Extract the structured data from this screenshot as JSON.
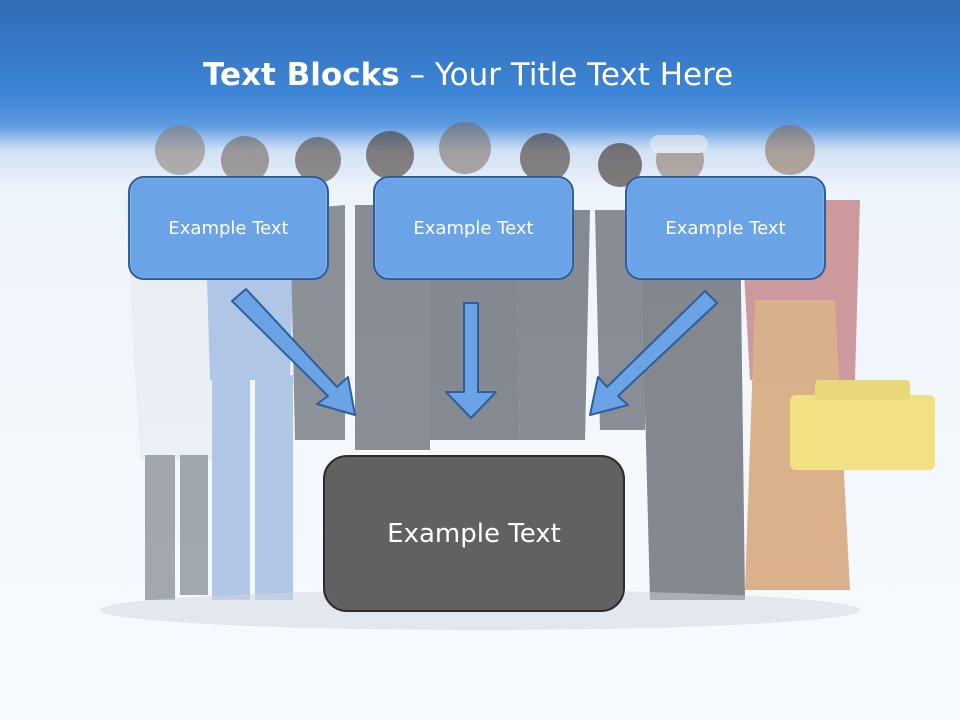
{
  "slide": {
    "title_bold": "Text Blocks",
    "title_rest": " – Your Title Text Here"
  },
  "blocks": [
    {
      "label": "Example Text"
    },
    {
      "label": "Example Text"
    },
    {
      "label": "Example Text"
    }
  ],
  "result": {
    "label": "Example Text"
  },
  "colors": {
    "header": "#3d85d6",
    "block_fill": "#6aa3e6",
    "block_border": "#2e5f9a",
    "result_fill": "#616161",
    "arrow_fill": "#6aa3e6"
  }
}
